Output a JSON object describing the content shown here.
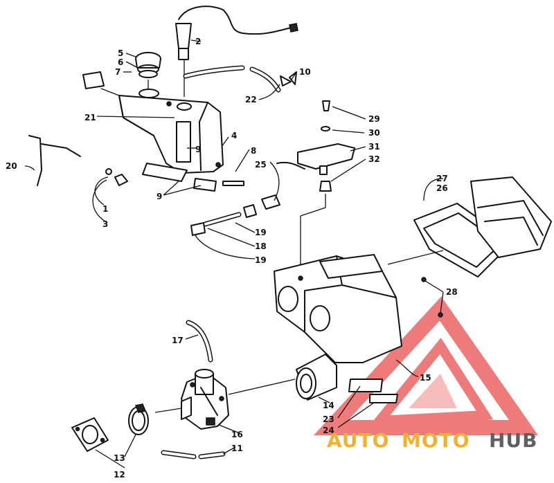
{
  "callouts": [
    {
      "id": "c1",
      "text": "1"
    },
    {
      "id": "c2",
      "text": "2"
    },
    {
      "id": "c3",
      "text": "3"
    },
    {
      "id": "c4",
      "text": "4"
    },
    {
      "id": "c5",
      "text": "5"
    },
    {
      "id": "c6",
      "text": "6"
    },
    {
      "id": "c7",
      "text": "7"
    },
    {
      "id": "c8",
      "text": "8"
    },
    {
      "id": "c9a",
      "text": "9"
    },
    {
      "id": "c9b",
      "text": "9"
    },
    {
      "id": "c10",
      "text": "10"
    },
    {
      "id": "c11",
      "text": "11"
    },
    {
      "id": "c12",
      "text": "12"
    },
    {
      "id": "c13",
      "text": "13"
    },
    {
      "id": "c14",
      "text": "14"
    },
    {
      "id": "c15",
      "text": "15"
    },
    {
      "id": "c16",
      "text": "16"
    },
    {
      "id": "c17",
      "text": "17"
    },
    {
      "id": "c18",
      "text": "18"
    },
    {
      "id": "c19a",
      "text": "19"
    },
    {
      "id": "c19b",
      "text": "19"
    },
    {
      "id": "c20",
      "text": "20"
    },
    {
      "id": "c21",
      "text": "21"
    },
    {
      "id": "c22",
      "text": "22"
    },
    {
      "id": "c23",
      "text": "23"
    },
    {
      "id": "c24",
      "text": "24"
    },
    {
      "id": "c25",
      "text": "25"
    },
    {
      "id": "c26",
      "text": "26"
    },
    {
      "id": "c27",
      "text": "27"
    },
    {
      "id": "c28",
      "text": "28"
    },
    {
      "id": "c29",
      "text": "29"
    },
    {
      "id": "c30",
      "text": "30"
    },
    {
      "id": "c31",
      "text": "31"
    },
    {
      "id": "c32",
      "text": "32"
    }
  ],
  "watermark": {
    "part1": "AUTO",
    "part2": "MOTO",
    "part3": "HUB",
    "color_primary": "#f0b030",
    "color_secondary": "#606060",
    "color_triangle": "#e85050"
  }
}
